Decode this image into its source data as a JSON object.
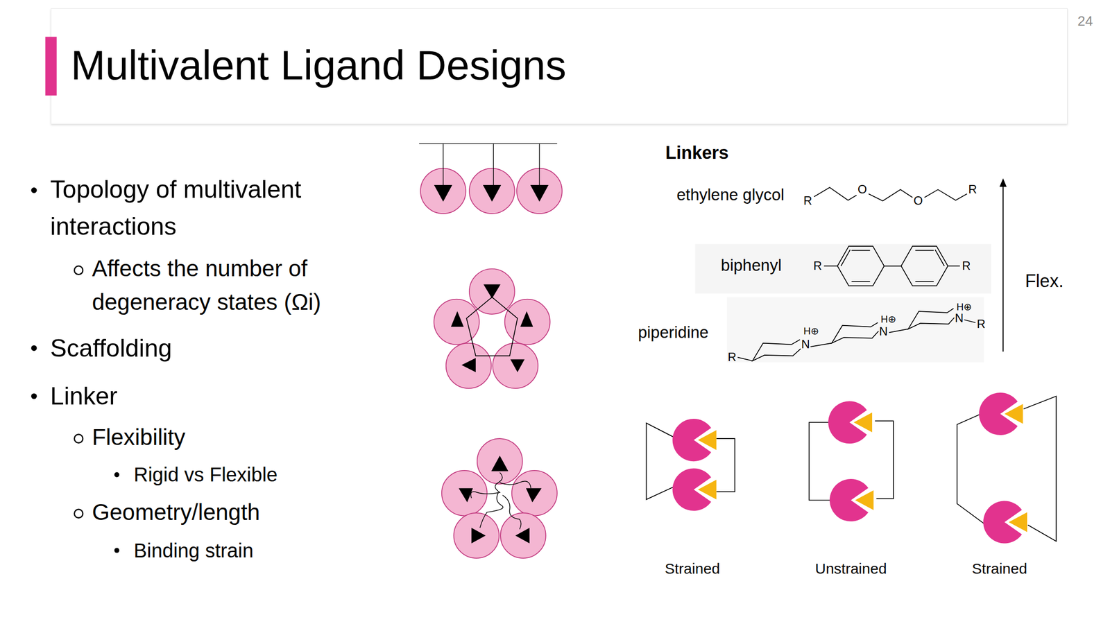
{
  "diagram": {
    "title": "Multivalent Ligand Designs",
    "labels": [
      "24",
      "Topology of multivalent interactions",
      "Affects the number of degeneracy states (Ωi)",
      "Scaffolding",
      "Linker",
      "Flexibility",
      "Rigid vs Flexible",
      "Geometry/length",
      "Binding strain",
      "Linkers",
      "ethylene glycol",
      "R",
      "O",
      "O",
      "R",
      "biphenyl",
      "R",
      "R",
      "piperidine",
      "R",
      "H⊕",
      "N",
      "H⊕",
      "N",
      "H⊕",
      "N",
      "R",
      "Flex.",
      "Strained",
      "Unstrained",
      "Strained"
    ]
  }
}
